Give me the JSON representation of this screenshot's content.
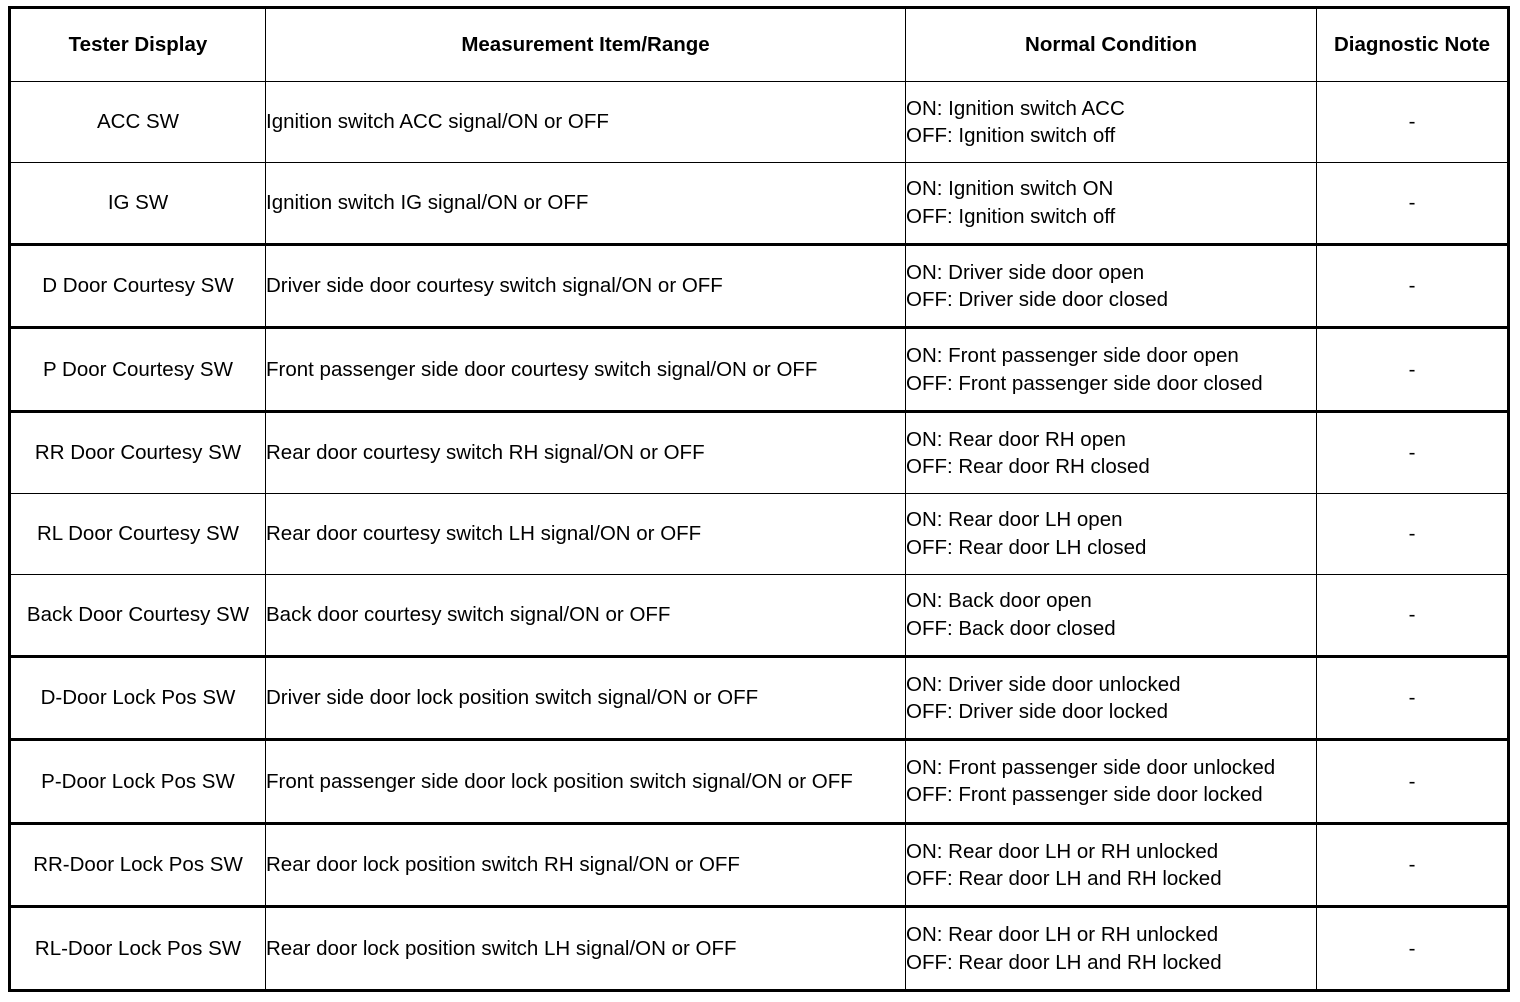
{
  "document": {
    "type": "data-list-table",
    "background_color": "#ffffff",
    "text_color": "#000000",
    "border_color": "#000000"
  },
  "table": {
    "headers": [
      "Tester Display",
      "Measurement Item/Range",
      "Normal Condition",
      "Diagnostic Note"
    ],
    "header_note_lines": [
      "Diagnostic",
      "Note"
    ],
    "rows": [
      {
        "tester_display": "ACC SW",
        "measurement_item": "Ignition switch ACC signal/ON or OFF",
        "normal_condition": [
          "ON: Ignition switch ACC",
          "OFF: Ignition switch off"
        ],
        "diagnostic_note": "-"
      },
      {
        "tester_display": "IG SW",
        "measurement_item": "Ignition switch IG signal/ON or OFF",
        "normal_condition": [
          "ON: Ignition switch ON",
          "OFF: Ignition switch off"
        ],
        "diagnostic_note": "-"
      },
      {
        "tester_display": "D Door Courtesy SW",
        "measurement_item": "Driver side door courtesy switch signal/ON or OFF",
        "normal_condition": [
          "ON: Driver side door open",
          "OFF: Driver side door closed"
        ],
        "diagnostic_note": "-"
      },
      {
        "tester_display": "P Door Courtesy SW",
        "measurement_item": "Front passenger side door courtesy switch signal/ON or OFF",
        "normal_condition": [
          "ON: Front passenger side door open",
          "OFF: Front passenger side door closed"
        ],
        "diagnostic_note": "-"
      },
      {
        "tester_display": "RR Door Courtesy SW",
        "measurement_item": "Rear door courtesy switch RH signal/ON or OFF",
        "normal_condition": [
          "ON: Rear door RH open",
          "OFF: Rear door RH closed"
        ],
        "diagnostic_note": "-"
      },
      {
        "tester_display": "RL Door Courtesy SW",
        "measurement_item": "Rear door courtesy switch LH signal/ON or OFF",
        "normal_condition": [
          "ON: Rear door LH open",
          "OFF: Rear door LH closed"
        ],
        "diagnostic_note": "-"
      },
      {
        "tester_display": "Back Door Courtesy SW",
        "measurement_item": "Back door courtesy switch signal/ON or OFF",
        "normal_condition": [
          "ON: Back door open",
          "OFF: Back door closed"
        ],
        "diagnostic_note": "-"
      },
      {
        "tester_display": "D-Door Lock Pos SW",
        "measurement_item": "Driver side door lock position switch signal/ON or OFF",
        "normal_condition": [
          "ON: Driver side door unlocked",
          "OFF: Driver side door locked"
        ],
        "diagnostic_note": "-"
      },
      {
        "tester_display": "P-Door Lock Pos SW",
        "measurement_item": "Front passenger side door lock position switch signal/ON or OFF",
        "normal_condition": [
          "ON: Front passenger side door unlocked",
          "OFF: Front passenger side door locked"
        ],
        "diagnostic_note": "-"
      },
      {
        "tester_display": "RR-Door Lock Pos SW",
        "measurement_item": "Rear door lock position switch RH signal/ON or OFF",
        "normal_condition": [
          "ON: Rear door LH or RH unlocked",
          "OFF: Rear door LH and RH locked"
        ],
        "diagnostic_note": "-"
      },
      {
        "tester_display": "RL-Door Lock Pos SW",
        "measurement_item": "Rear door lock position switch LH signal/ON or OFF",
        "normal_condition": [
          "ON: Rear door LH or RH unlocked",
          "OFF: Rear door LH and RH locked"
        ],
        "diagnostic_note": "-"
      }
    ]
  }
}
